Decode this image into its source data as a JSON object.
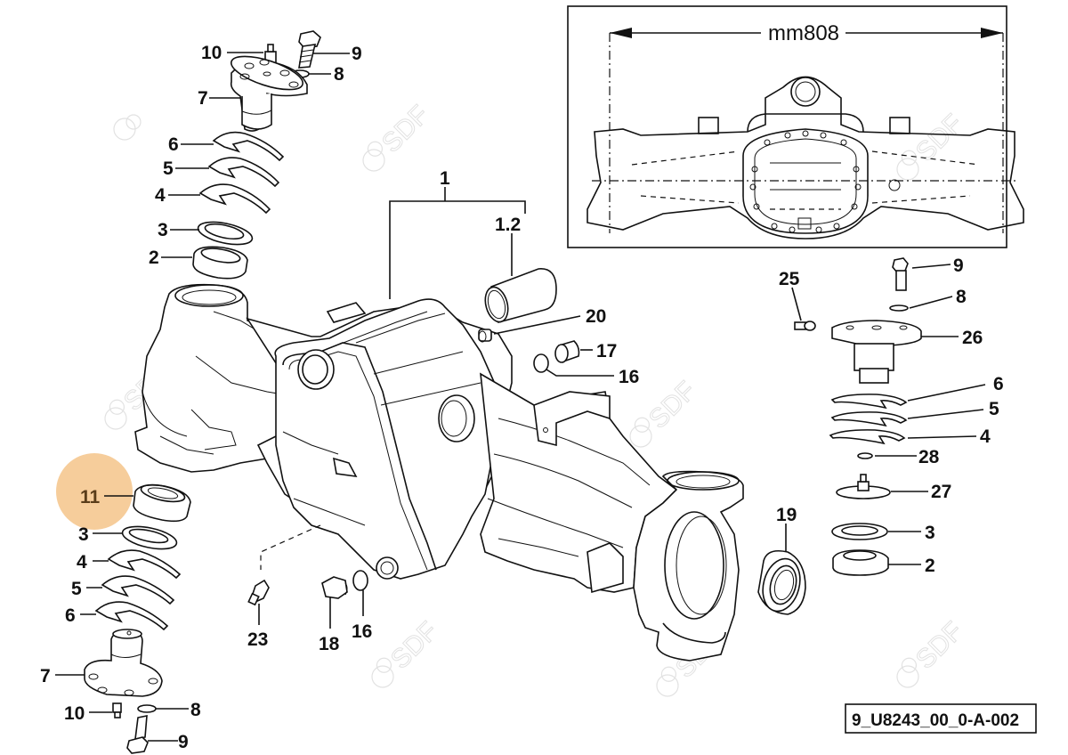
{
  "diagram": {
    "reference_code": "9_U8243_00_0-A-002",
    "inset": {
      "dimension_label": "mm808"
    },
    "highlight": {
      "callout": "11",
      "color": "#f5c48a"
    },
    "watermark": {
      "text": "SDF"
    },
    "callouts": {
      "top_left": {
        "c10": "10",
        "c9": "9",
        "c8": "8",
        "c7": "7",
        "c6": "6",
        "c5": "5",
        "c4": "4",
        "c3": "3",
        "c2": "2"
      },
      "center": {
        "c1": "1",
        "c1_2": "1.2",
        "c20": "20",
        "c17": "17",
        "c16": "16"
      },
      "bottom_left": {
        "c11": "11",
        "c3": "3",
        "c4": "4",
        "c5": "5",
        "c6": "6",
        "c7": "7",
        "c10": "10",
        "c8": "8",
        "c9": "9"
      },
      "bottom_center": {
        "c23": "23",
        "c18": "18",
        "c16": "16"
      },
      "right": {
        "c25": "25",
        "c9": "9",
        "c8": "8",
        "c26": "26",
        "c6": "6",
        "c5": "5",
        "c4": "4",
        "c28": "28",
        "c27": "27",
        "c19": "19",
        "c3": "3",
        "c2": "2"
      }
    }
  }
}
